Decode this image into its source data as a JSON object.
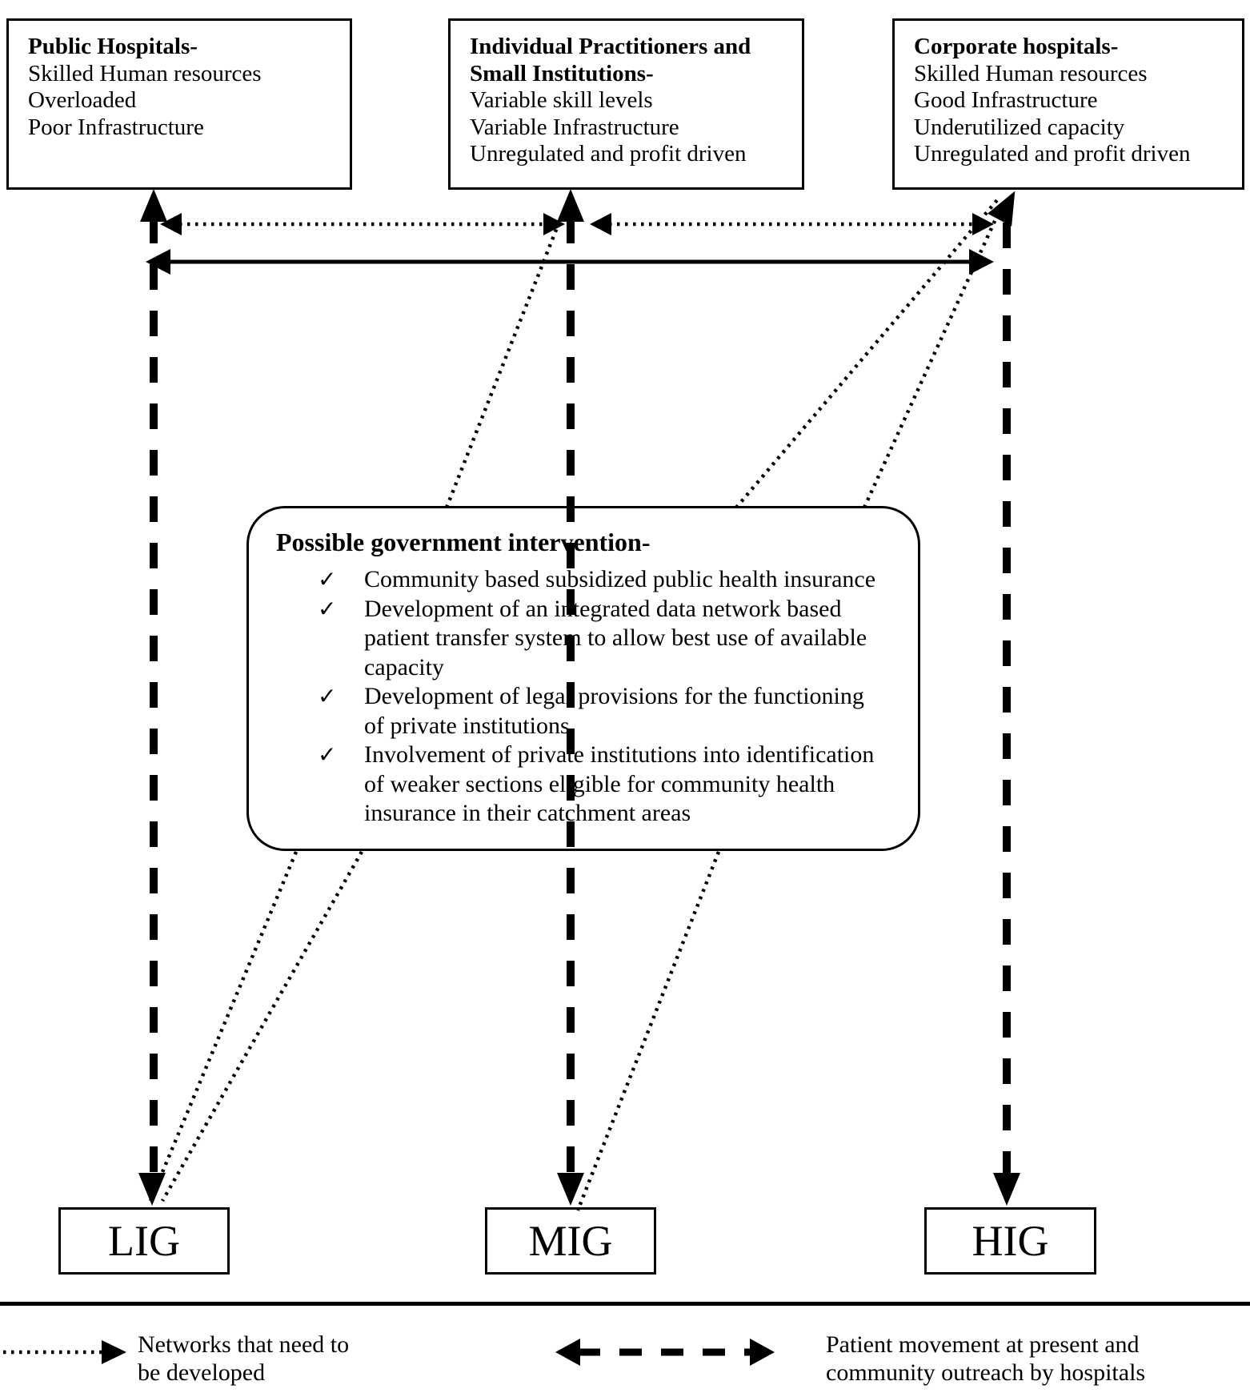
{
  "top_boxes": [
    {
      "title_lines": [
        "Public Hospitals-"
      ],
      "lines": [
        "Skilled Human resources",
        "Overloaded",
        "Poor Infrastructure"
      ]
    },
    {
      "title_lines": [
        "Individual Practitioners and",
        "Small Institutions-"
      ],
      "lines": [
        "Variable skill levels",
        "Variable Infrastructure",
        "Unregulated and profit driven"
      ]
    },
    {
      "title_lines": [
        "Corporate hospitals-"
      ],
      "lines": [
        "Skilled Human resources",
        "Good Infrastructure",
        "Underutilized capacity",
        "Unregulated and profit driven"
      ]
    }
  ],
  "intervention": {
    "title": "Possible government intervention-",
    "check_glyph": "✓",
    "bullets": [
      [
        "Community based subsidized public health insurance"
      ],
      [
        "Development of an integrated data network based",
        "patient transfer system to allow best use of available",
        "capacity"
      ],
      [
        "Development of legal provisions for the functioning",
        "of private institutions"
      ],
      [
        "Involvement of private institutions into identification",
        "of weaker sections eligible for community health",
        "insurance in their catchment areas"
      ]
    ]
  },
  "income_groups": [
    {
      "label": "LIG"
    },
    {
      "label": "MIG"
    },
    {
      "label": "HIG"
    }
  ],
  "legend": {
    "dotted_lines": [
      "Networks that need to",
      "be developed"
    ],
    "dashed_lines": [
      "Patient movement at present and",
      "community outreach by hospitals"
    ]
  },
  "colors": {
    "ink": "#000000",
    "background": "#ffffff"
  }
}
